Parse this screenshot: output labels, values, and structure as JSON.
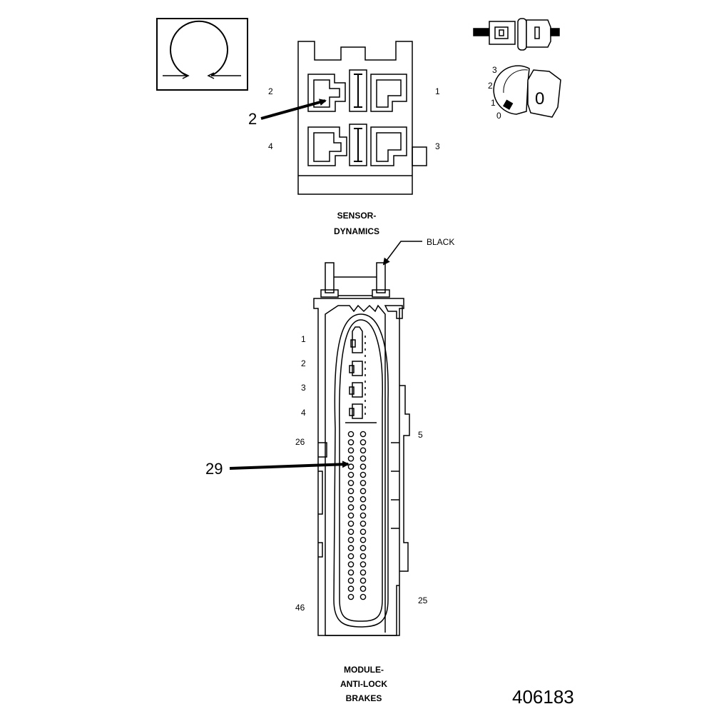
{
  "sensor": {
    "pins": {
      "p1": "1",
      "p2": "2",
      "p3": "3",
      "p4": "4"
    },
    "callout": "2",
    "title_line1": "SENSOR-",
    "title_line2": "DYNAMICS"
  },
  "key_symbol": {
    "scale": [
      "3",
      "2",
      "1",
      "0"
    ],
    "key_label": "0"
  },
  "module": {
    "color_label": "BLACK",
    "callout": "29",
    "pins": {
      "p1": "1",
      "p2": "2",
      "p3": "3",
      "p4": "4",
      "p5": "5",
      "p25": "25",
      "p26": "26",
      "p46": "46"
    },
    "title_line1": "MODULE-",
    "title_line2": "ANTI-LOCK",
    "title_line3": "BRAKES"
  },
  "figure_number": "406183"
}
